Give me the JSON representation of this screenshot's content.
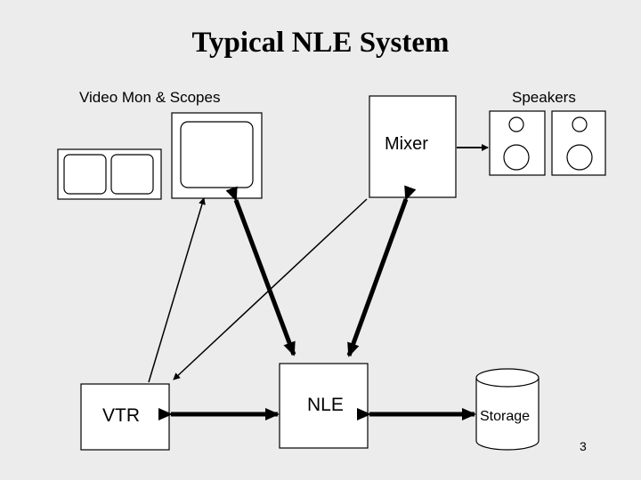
{
  "title": "Typical NLE System",
  "labels": {
    "monitors": "Video Mon & Scopes",
    "speakers": "Speakers",
    "mixer": "Mixer",
    "vtr": "VTR",
    "nle": "NLE",
    "storage": "Storage"
  },
  "page_number": "3",
  "colors": {
    "background": "#ececec",
    "box_fill": "#ffffff",
    "line": "#000000"
  }
}
